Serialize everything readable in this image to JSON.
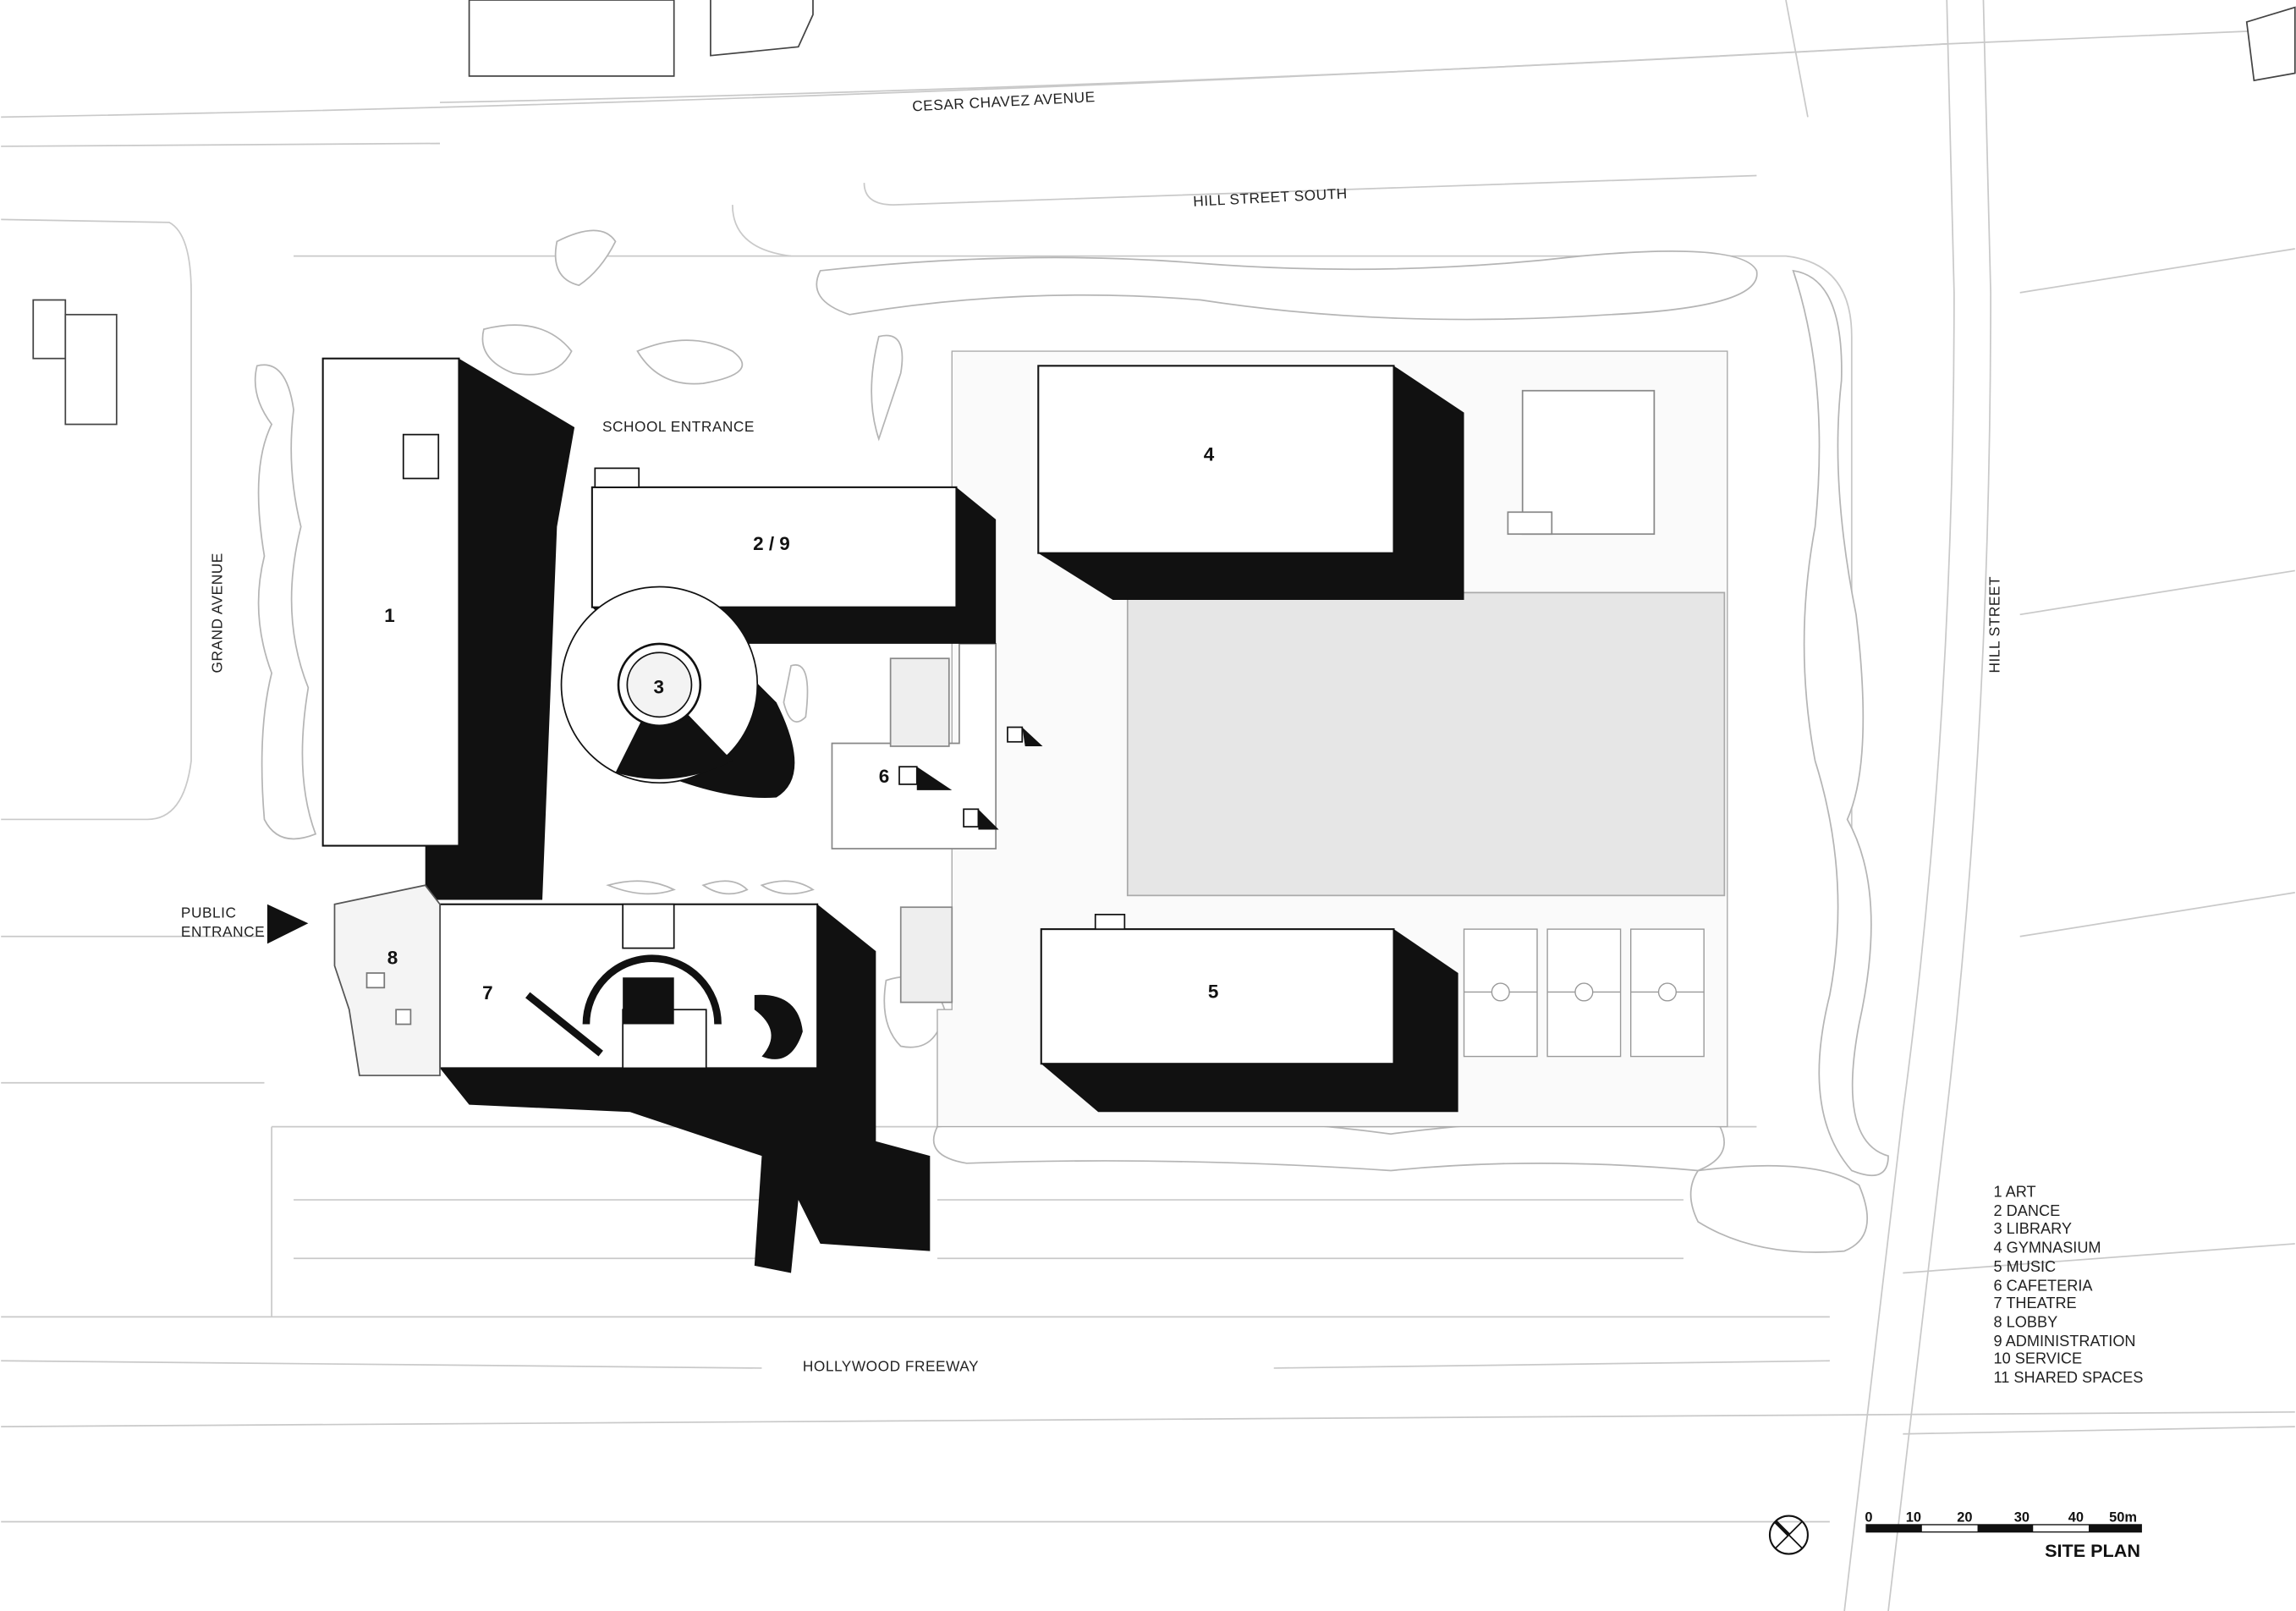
{
  "streets": {
    "cesar_chavez": "CESAR  CHAVEZ  AVENUE",
    "hill_street_south": "HILL STREET SOUTH",
    "grand_avenue": "GRAND AVENUE",
    "hill_street": "HILL STREET",
    "hollywood_freeway": "HOLLYWOOD FREEWAY"
  },
  "annotations": {
    "school_entrance": "SCHOOL ENTRANCE",
    "public_entrance_1": "PUBLIC",
    "public_entrance_2": "ENTRANCE"
  },
  "buildings": {
    "art": "1",
    "dance_admin": "2 / 9",
    "library": "3",
    "gymnasium": "4",
    "music": "5",
    "cafeteria": "6",
    "theatre": "7",
    "lobby": "8"
  },
  "legend": [
    "1  ART",
    "2  DANCE",
    "3  LIBRARY",
    "4  GYMNASIUM",
    "5  MUSIC",
    "6  CAFETERIA",
    "7  THEATRE",
    "8  LOBBY",
    "9  ADMINISTRATION",
    "10  SERVICE",
    "11  SHARED SPACES"
  ],
  "scale_bar": {
    "ticks": [
      "0",
      "10",
      "20",
      "30",
      "40",
      "50m"
    ],
    "title": "SITE PLAN"
  },
  "icons": {
    "north": "north-arrow-icon",
    "entrance": "entrance-arrow-icon"
  }
}
